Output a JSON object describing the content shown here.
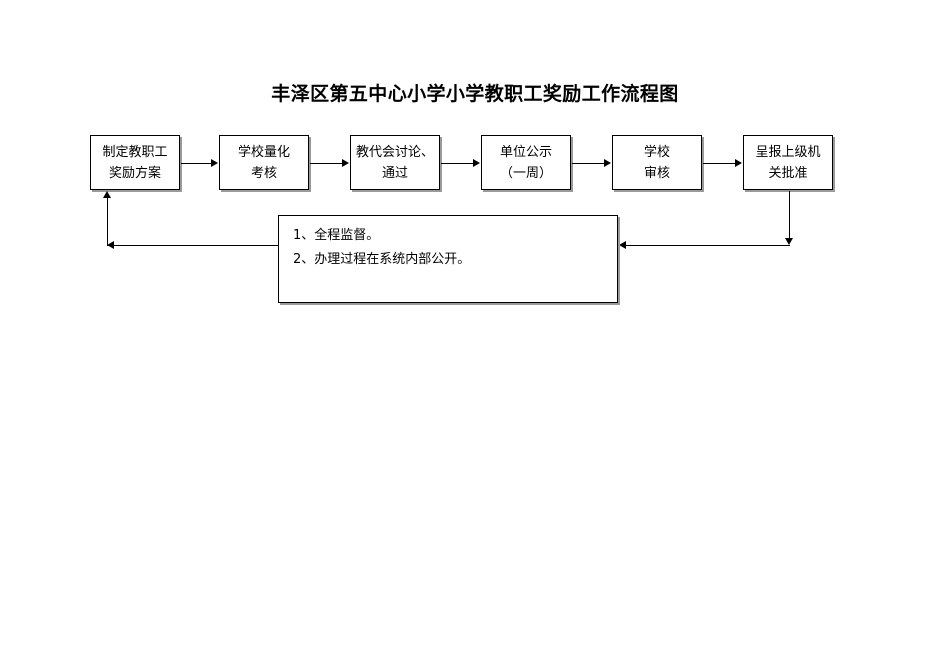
{
  "document": {
    "title": "丰泽区第五中心小学小学教职工奖励工作流程图",
    "background_color": "#ffffff",
    "line_color": "#000000",
    "box_shadow_color": "#9a9a9a"
  },
  "flow": {
    "steps": [
      {
        "id": "step-1",
        "lines": [
          "制定教职工",
          "奖励方案"
        ]
      },
      {
        "id": "step-2",
        "lines": [
          "学校量化",
          "考核"
        ]
      },
      {
        "id": "step-3",
        "lines": [
          "教代会讨论、",
          "通过"
        ]
      },
      {
        "id": "step-4",
        "lines": [
          "单位公示",
          "（一周）"
        ]
      },
      {
        "id": "step-5",
        "lines": [
          "学校",
          "审核"
        ]
      },
      {
        "id": "step-6",
        "lines": [
          "呈报上级机",
          "关批准"
        ]
      }
    ],
    "connectors": [
      {
        "id": "connector-1-2",
        "direction": "right"
      },
      {
        "id": "connector-2-3",
        "direction": "right"
      },
      {
        "id": "connector-3-4",
        "direction": "right"
      },
      {
        "id": "connector-4-5",
        "direction": "right"
      },
      {
        "id": "connector-5-6",
        "direction": "right"
      },
      {
        "id": "connector-step6-to-note",
        "direction": "down-left"
      },
      {
        "id": "connector-note-to-step1",
        "direction": "left-up"
      }
    ]
  },
  "note": {
    "id": "note-box",
    "lines": [
      "1、全程监督。",
      "2、办理过程在系统内部公开。"
    ]
  }
}
